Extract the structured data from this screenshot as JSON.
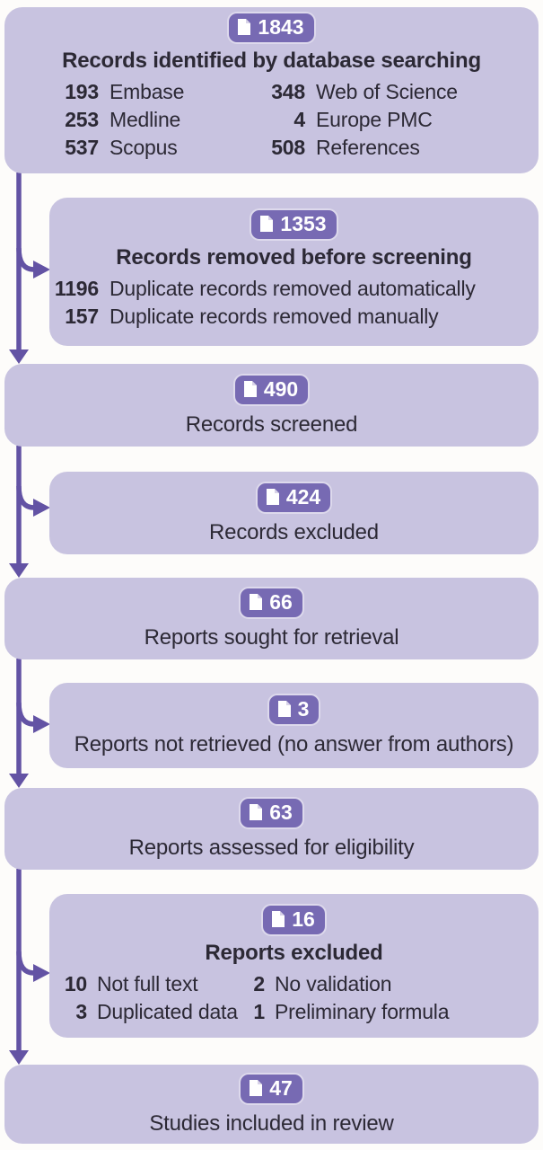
{
  "figure": {
    "kind": "study-selection-flow-diagram"
  },
  "palette": {
    "background": "#fdfcfa",
    "box_fill": "#c8c3e0",
    "badge_fill": "#776ab3",
    "badge_border": "#ffffff",
    "badge_text": "#ffffff",
    "arrow": "#6353a4",
    "text": "#2c2935",
    "doc_icon_page": "#ffffff",
    "doc_icon_fold": "#d8d3e8"
  },
  "icons": {
    "badge_icon": "document-icon",
    "connector_down": "arrowhead-down-icon",
    "connector_right": "arrowhead-right-icon"
  },
  "boxes": [
    {
      "id": "records-identified",
      "badge": "1843",
      "title": "Records identified by database searching",
      "rows": [
        [
          "193",
          "Embase",
          "348",
          "Web of Science"
        ],
        [
          "253",
          "Medline",
          "4",
          "Europe PMC"
        ],
        [
          "537",
          "Scopus",
          "508",
          "References"
        ]
      ]
    },
    {
      "id": "records-removed",
      "badge": "1353",
      "title": "Records removed before screening",
      "rows": [
        [
          "1196",
          "Duplicate records removed automatically"
        ],
        [
          "157",
          "Duplicate records removed manually"
        ]
      ]
    },
    {
      "id": "records-screened",
      "badge": "490",
      "label": "Records screened"
    },
    {
      "id": "records-excluded",
      "badge": "424",
      "label": "Records excluded"
    },
    {
      "id": "reports-sought",
      "badge": "66",
      "label": "Reports sought for retrieval"
    },
    {
      "id": "reports-not-retrieved",
      "badge": "3",
      "label": "Reports not retrieved (no answer  from authors)"
    },
    {
      "id": "reports-assessed",
      "badge": "63",
      "label": "Reports assessed for eligibility"
    },
    {
      "id": "reports-excluded",
      "badge": "16",
      "title": "Reports excluded",
      "rows": [
        [
          "10",
          "Not full text",
          "2",
          "No validation"
        ],
        [
          "3",
          "Duplicated data",
          "1",
          "Preliminary formula"
        ]
      ]
    },
    {
      "id": "studies-included",
      "badge": "47",
      "label": "Studies included in review"
    }
  ]
}
